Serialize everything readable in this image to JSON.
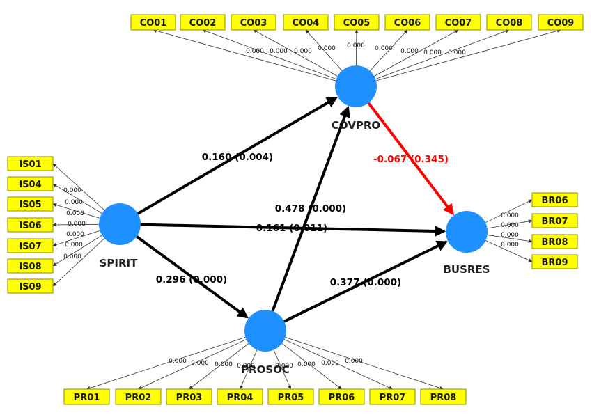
{
  "latent": [
    {
      "id": "SPIRIT",
      "label": "SPIRIT"
    },
    {
      "id": "COVPRO",
      "label": "COVPRO"
    },
    {
      "id": "PROSOC",
      "label": "PROSOC"
    },
    {
      "id": "BUSRES",
      "label": "BUSRES"
    }
  ],
  "indicator_groups": [
    {
      "construct": "COVPRO",
      "items": [
        {
          "label": "CO01",
          "loading": "0.000"
        },
        {
          "label": "CO02",
          "loading": "0.000"
        },
        {
          "label": "CO03",
          "loading": "0.000"
        },
        {
          "label": "CO04",
          "loading": "0.000"
        },
        {
          "label": "CO05",
          "loading": "0.000"
        },
        {
          "label": "CO06",
          "loading": "0.000"
        },
        {
          "label": "CO07",
          "loading": "0.000"
        },
        {
          "label": "CO08",
          "loading": "0.000"
        },
        {
          "label": "CO09",
          "loading": "0.000"
        }
      ]
    },
    {
      "construct": "SPIRIT",
      "items": [
        {
          "label": "IS01",
          "loading": "0.000"
        },
        {
          "label": "IS04",
          "loading": "0.000"
        },
        {
          "label": "IS05",
          "loading": "0.000"
        },
        {
          "label": "IS06",
          "loading": "0.000"
        },
        {
          "label": "IS07",
          "loading": "0.000"
        },
        {
          "label": "IS08",
          "loading": "0.000"
        },
        {
          "label": "IS09",
          "loading": "0.000"
        }
      ]
    },
    {
      "construct": "BUSRES",
      "items": [
        {
          "label": "BR06",
          "loading": "0.000"
        },
        {
          "label": "BR07",
          "loading": "0.000"
        },
        {
          "label": "BR08",
          "loading": "0.000"
        },
        {
          "label": "BR09",
          "loading": "0.000"
        }
      ]
    },
    {
      "construct": "PROSOC",
      "items": [
        {
          "label": "PR01",
          "loading": "0.000"
        },
        {
          "label": "PR02",
          "loading": "0.000"
        },
        {
          "label": "PR03",
          "loading": "0.000"
        },
        {
          "label": "PR04",
          "loading": "0.000"
        },
        {
          "label": "PR05",
          "loading": "0.000"
        },
        {
          "label": "PR06",
          "loading": "0.000"
        },
        {
          "label": "PR07",
          "loading": "0.000"
        },
        {
          "label": "PR08",
          "loading": "0.000"
        }
      ]
    }
  ],
  "paths": [
    {
      "from": "SPIRIT",
      "to": "COVPRO",
      "label": "0.160 (0.004)",
      "color": "#000000"
    },
    {
      "from": "SPIRIT",
      "to": "BUSRES",
      "label": "0.161 (0.011)",
      "color": "#000000"
    },
    {
      "from": "SPIRIT",
      "to": "PROSOC",
      "label": "0.296 (0.000)",
      "color": "#000000"
    },
    {
      "from": "PROSOC",
      "to": "COVPRO",
      "label": "0.478 (0.000)",
      "color": "#000000"
    },
    {
      "from": "PROSOC",
      "to": "BUSRES",
      "label": "0.377 (0.000)",
      "color": "#000000"
    },
    {
      "from": "COVPRO",
      "to": "BUSRES",
      "label": "-0.067 (0.345)",
      "color": "#ff0000"
    }
  ],
  "colors": {
    "latent_fill": "#1e90ff",
    "indicator_fill": "#ffff00",
    "nonsignificant_path": "#ff0000",
    "significant_path": "#000000"
  }
}
